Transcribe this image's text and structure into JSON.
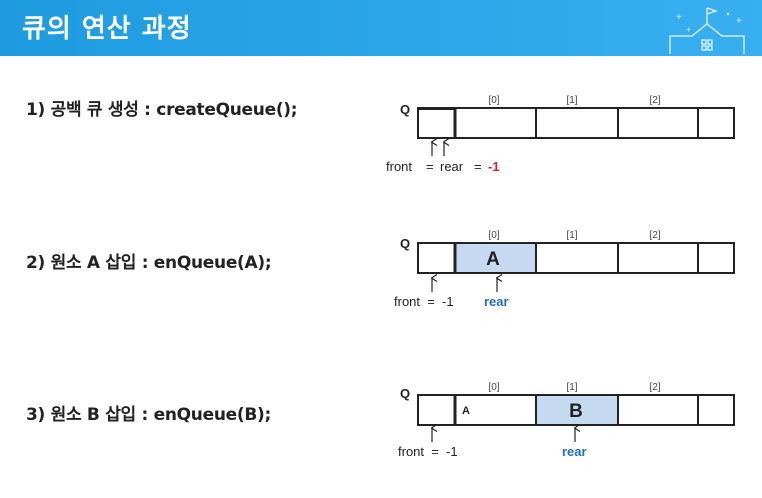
{
  "header": {
    "title": "큐의 연산 과정"
  },
  "steps": [
    {
      "label": "1) 공백 큐 생성 : createQueue();"
    },
    {
      "label": "2) 원소 A 삽입 : enQueue(A);"
    },
    {
      "label": "3) 원소 B 삽입 : enQueue(B);"
    }
  ],
  "queue": {
    "name": "Q",
    "indices": [
      "[0]",
      "[1]",
      "[2]"
    ]
  },
  "diagram1": {
    "front_word": "front",
    "eq1": "=",
    "rear_word": "rear",
    "eq2": "=",
    "value": "-1"
  },
  "diagram2": {
    "cell0": "A",
    "front_text": "front  =  -1",
    "rear_text": "rear"
  },
  "diagram3": {
    "cell_before": "A",
    "cell0": "B",
    "front_text": "front  =  -1",
    "rear_text": "rear"
  },
  "colors": {
    "header": "#2aa4e8",
    "highlight_cell": "#c5d9f1",
    "rear_blue": "#1f6fc1",
    "value_red": "#e02020"
  }
}
